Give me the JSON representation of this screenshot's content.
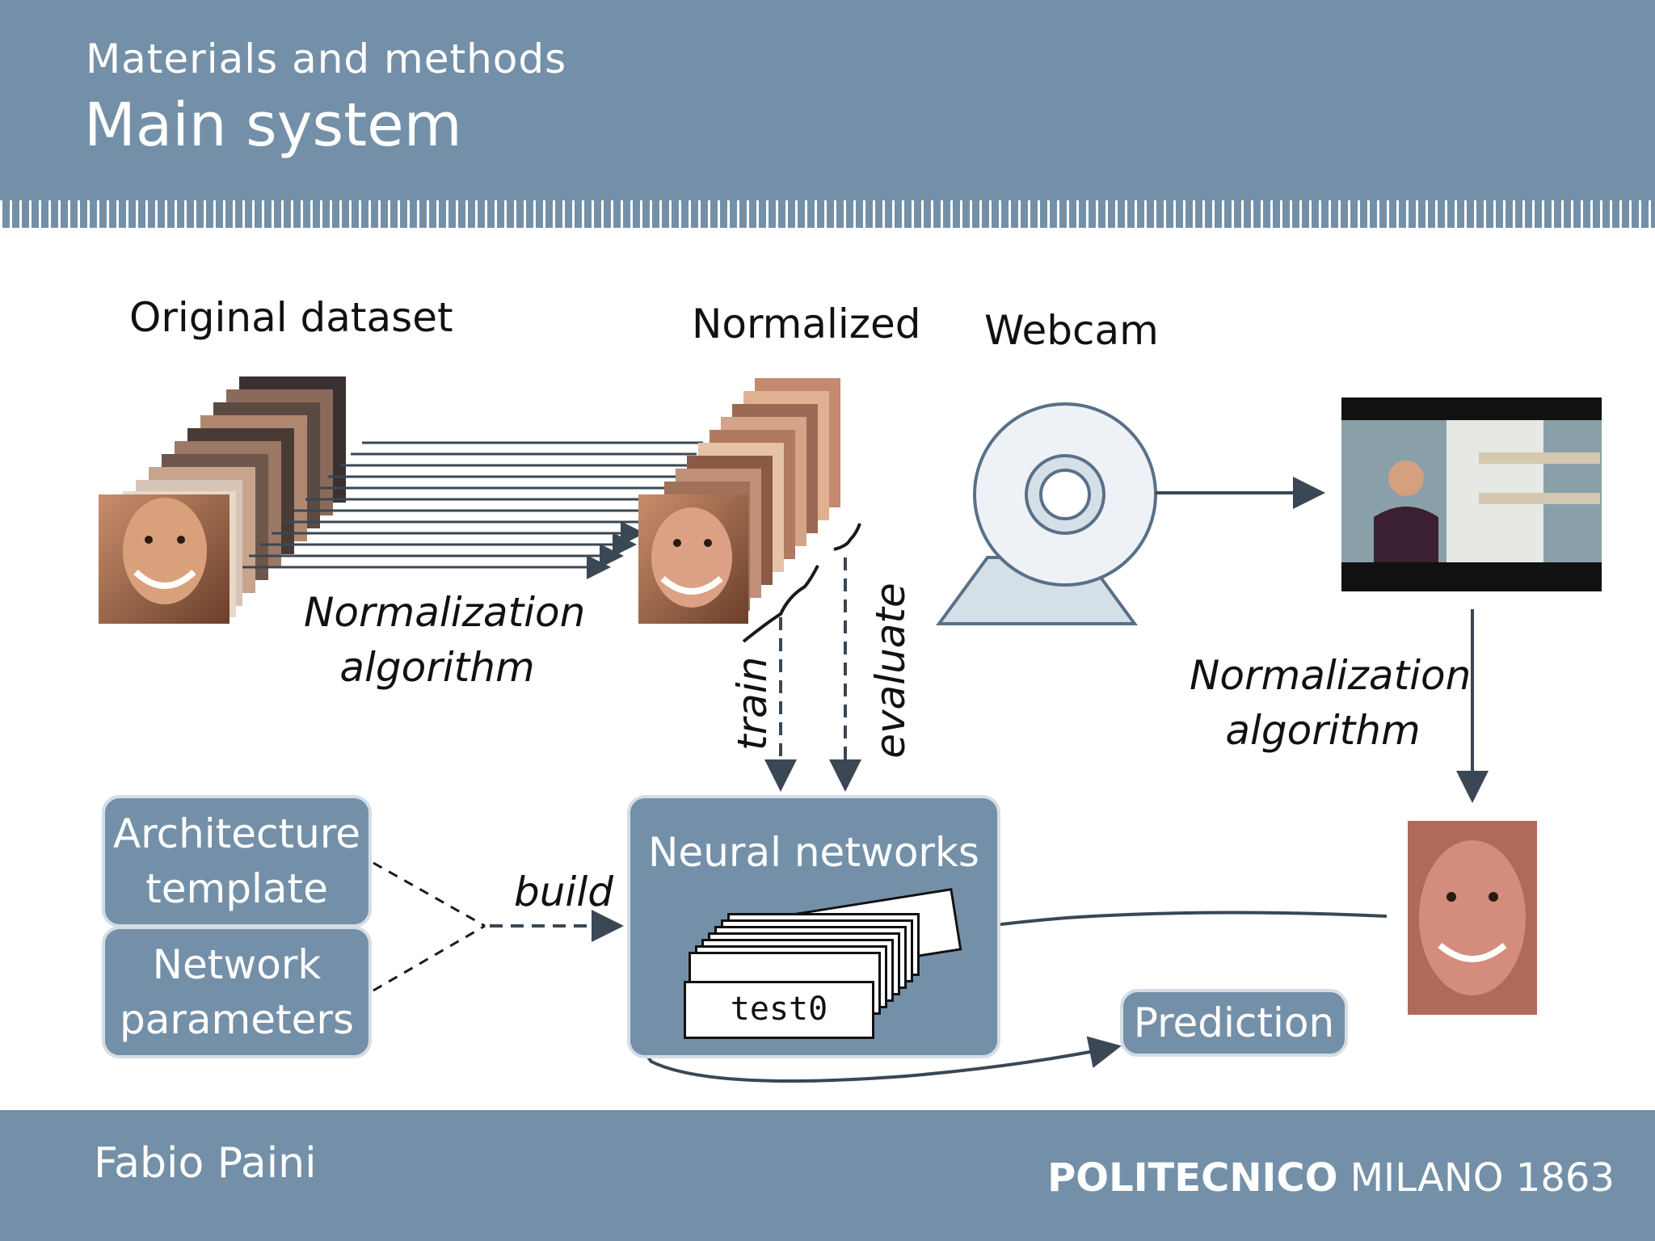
{
  "header": {
    "section": "Materials and methods",
    "title": "Main system"
  },
  "diagram": {
    "original_dataset": "Original dataset",
    "normalized": "Normalized",
    "webcam": "Webcam",
    "normalization_left_1": "Normalization",
    "normalization_left_2": "algorithm",
    "normalization_right_1": "Normalization",
    "normalization_right_2": "algorithm",
    "train": "train",
    "evaluate": "evaluate",
    "build": "build",
    "architecture_1": "Architecture",
    "architecture_2": "template",
    "network_1": "Network",
    "network_2": "parameters",
    "neural_networks": "Neural networks",
    "test_label": "test0",
    "prediction": "Prediction"
  },
  "footer": {
    "author": "Fabio Paini",
    "institution_bold": "POLITECNICO",
    "institution_rest": "MILANO 1863"
  },
  "colors": {
    "accent": "#7490a8",
    "arrow": "#3a4754",
    "webcam": "#d5dfe8"
  }
}
